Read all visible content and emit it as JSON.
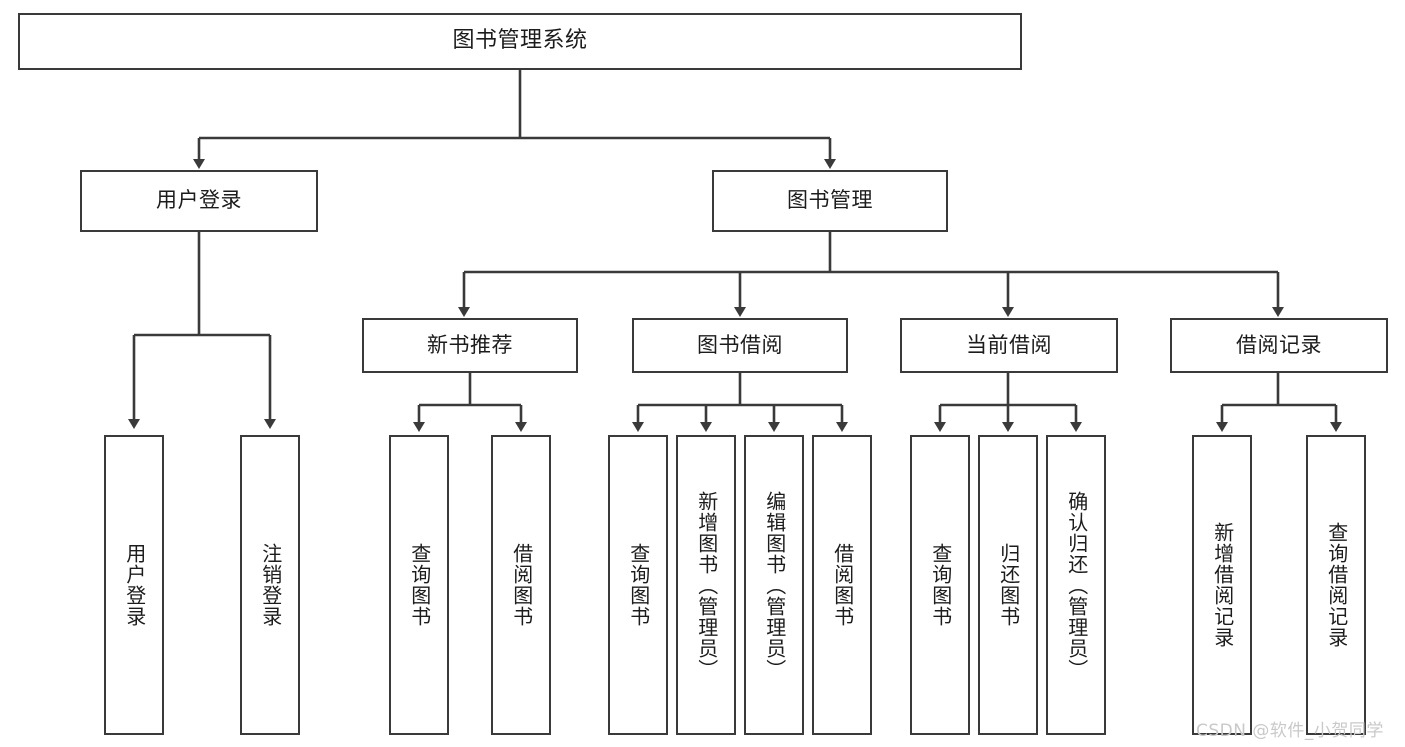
{
  "diagram": {
    "title": "图书管理系统",
    "type": "tree",
    "orientation": "top-down",
    "colors": {
      "box_border": "#3a3a3a",
      "box_fill": "#ffffff",
      "edge": "#3a3a3a",
      "text": "#1c1c1c",
      "watermark": "#c9c9c9",
      "background": "#ffffff"
    },
    "root": {
      "label": "图书管理系统"
    },
    "level2": [
      {
        "label": "用户登录"
      },
      {
        "label": "图书管理"
      }
    ],
    "level3": [
      {
        "label": "新书推荐"
      },
      {
        "label": "图书借阅"
      },
      {
        "label": "当前借阅"
      },
      {
        "label": "借阅记录"
      }
    ],
    "leaves": {
      "user_login": [
        {
          "label": "用户登录"
        },
        {
          "label": "注销登录"
        }
      ],
      "new_book_recommend": [
        {
          "label": "查询图书"
        },
        {
          "label": "借阅图书"
        }
      ],
      "book_borrow": [
        {
          "label": "查询图书"
        },
        {
          "label": "新增图书（管理员）"
        },
        {
          "label": "编辑图书（管理员）"
        },
        {
          "label": "借阅图书"
        }
      ],
      "current_borrow": [
        {
          "label": "查询图书"
        },
        {
          "label": "归还图书"
        },
        {
          "label": "确认归还（管理员）"
        }
      ],
      "borrow_record": [
        {
          "label": "新增借阅记录"
        },
        {
          "label": "查询借阅记录"
        }
      ]
    }
  },
  "watermark": {
    "text": "CSDN @软件_小贺同学"
  }
}
